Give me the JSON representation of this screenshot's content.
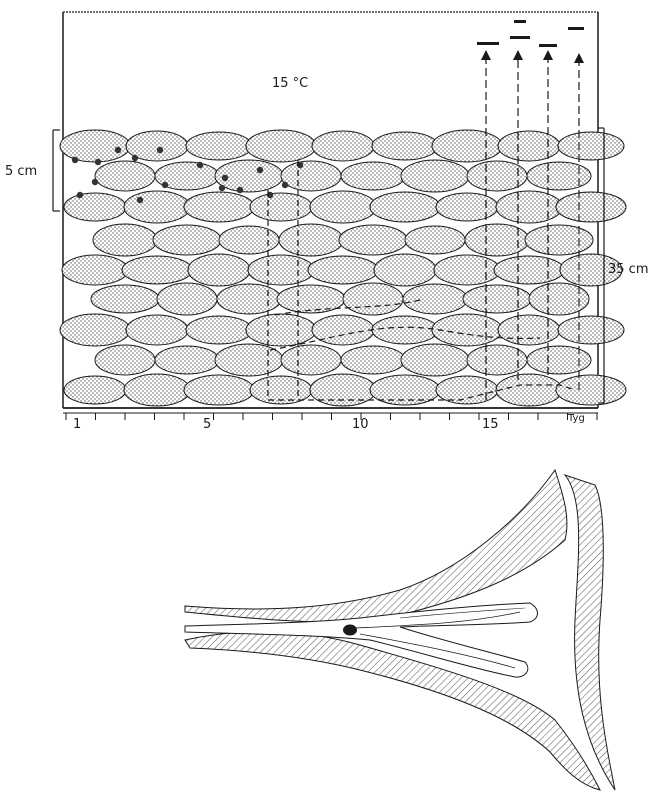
{
  "top_diagram": {
    "temperature_label": "15 °C",
    "upper_layer_label": "5 cm",
    "total_depth_label": "35 cm",
    "axis_tick_labels": [
      "1",
      "5",
      "10",
      "15"
    ],
    "axis_unit_label": "Tyg"
  },
  "colors": {
    "line": "#1a1a1a",
    "hatch": "#6b6b6b",
    "background": "#ffffff"
  }
}
